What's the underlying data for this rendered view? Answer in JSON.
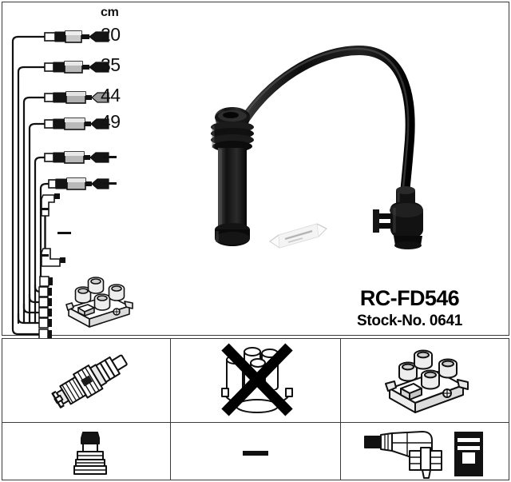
{
  "product": {
    "part_number": "RC-FD546",
    "stock_label": "Stock-No. 0641"
  },
  "measurements": {
    "unit_header": "cm",
    "rows": [
      {
        "label": "20",
        "is_dash": false
      },
      {
        "label": "35",
        "is_dash": false
      },
      {
        "label": "44",
        "is_dash": false
      },
      {
        "label": "49",
        "is_dash": false
      },
      {
        "label": "–",
        "is_dash": true
      },
      {
        "label": "–",
        "is_dash": true
      },
      {
        "label": "–",
        "is_dash": true
      }
    ]
  },
  "diagram": {
    "cable_harness_name": "ignition-cable-harness",
    "cable_count": 6,
    "coil_pack_name": "ignition-coil-pack",
    "hero_cable_name": "hero-ignition-lead",
    "grease_sachet_name": "silicone-grease-sachet",
    "short_lead_name": "short-angled-lead"
  },
  "bottom_panels": [
    {
      "key": "spark-plug-panel",
      "icon_name": "spark-plug-icon",
      "crossed_out": false,
      "caption": ""
    },
    {
      "key": "plug-boot-panel",
      "icon_name": "plug-boot-icon",
      "crossed_out": false,
      "caption": ""
    },
    {
      "key": "distributor-cap-panel",
      "icon_name": "distributor-cap-icon",
      "crossed_out": true,
      "caption": ""
    },
    {
      "key": "distributor-na-panel",
      "icon_name": "dash-icon",
      "crossed_out": false,
      "caption": "–"
    },
    {
      "key": "coil-pack-panel",
      "icon_name": "ignition-coil-pack-icon",
      "crossed_out": false,
      "caption": ""
    },
    {
      "key": "coil-connector-panel",
      "icon_name": "angled-coil-connector-icon",
      "crossed_out": false,
      "caption": ""
    }
  ],
  "colors": {
    "frame": "#3a3a3a",
    "ink": "#111111",
    "rubber": "#151515",
    "metal": "#9a9a9a",
    "background": "#ffffff"
  }
}
